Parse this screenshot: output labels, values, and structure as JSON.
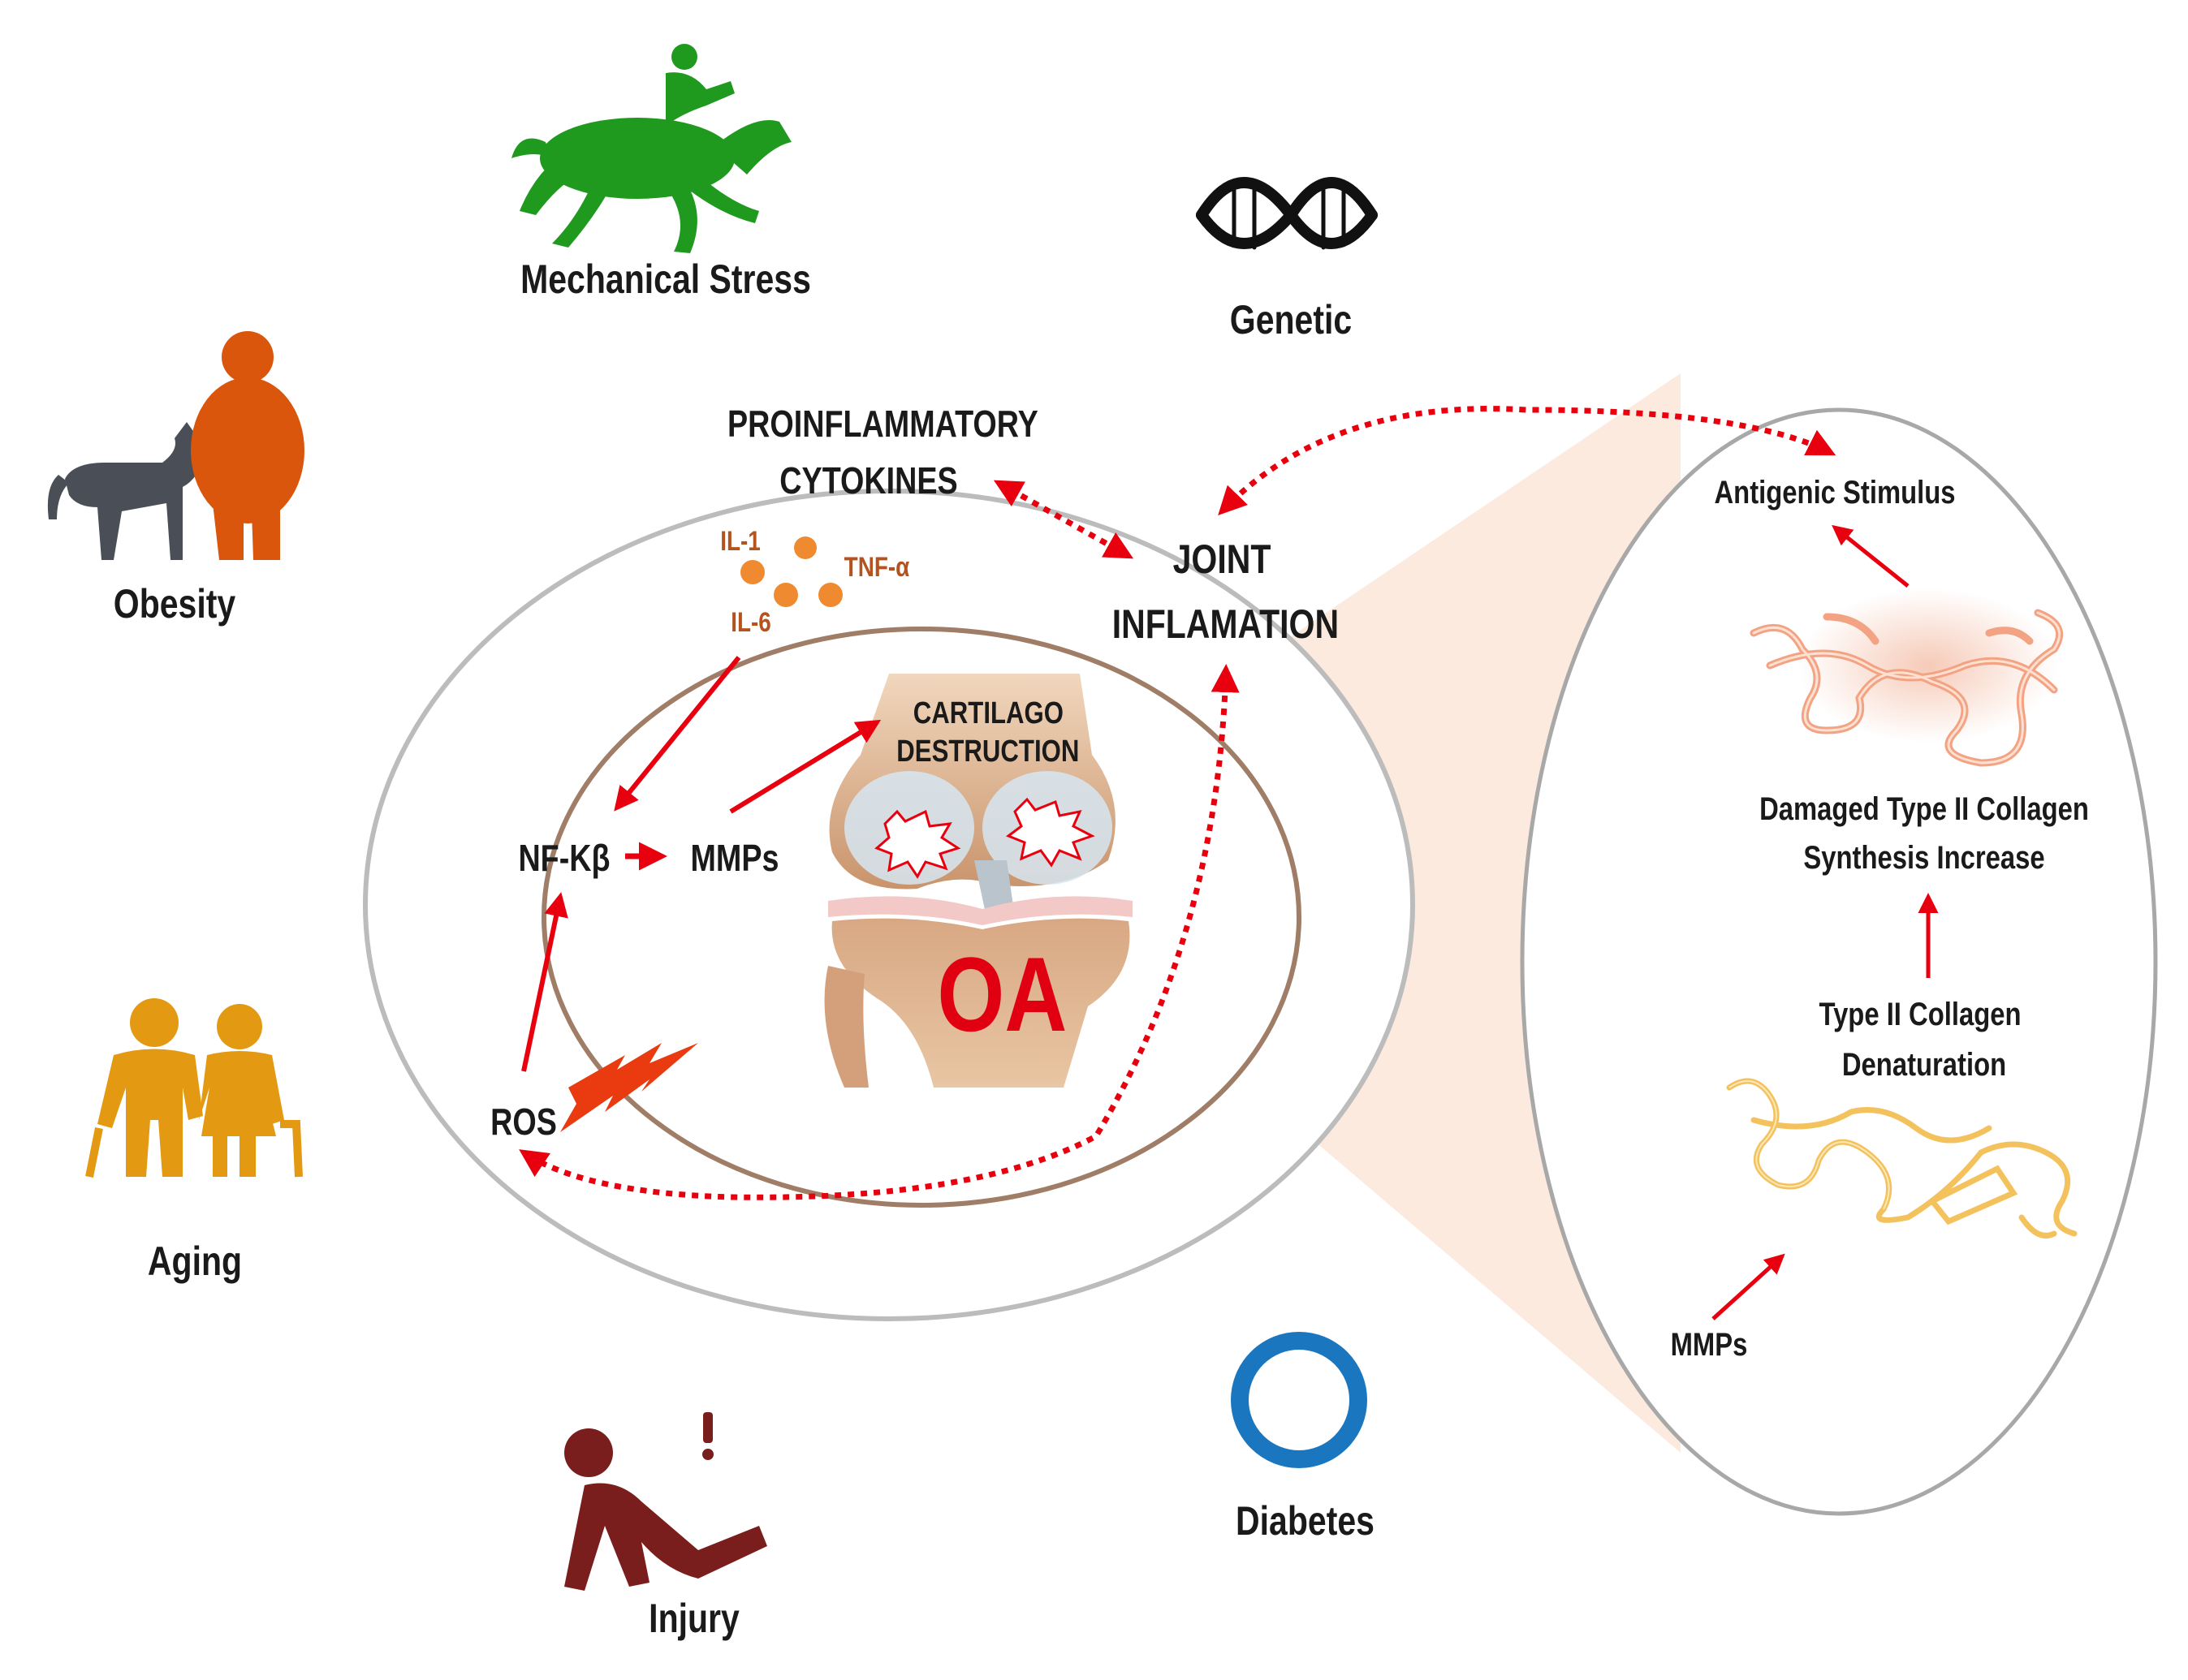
{
  "risk_factors": {
    "mechanical_stress": "Mechanical Stress",
    "genetic": "Genetic",
    "obesity": "Obesity",
    "aging": "Aging",
    "injury": "Injury",
    "diabetes": "Diabetes"
  },
  "center": {
    "proinflammatory_line1": "PROINFLAMMATORY",
    "proinflammatory_line2": "CYTOKINES",
    "il1": "IL-1",
    "tnf": "TNF-α",
    "il6": "IL-6",
    "joint_line1": "JOINT",
    "joint_line2": "INFLAMATION",
    "cartilago_line1": "CARTILAGO",
    "cartilago_line2": "DESTRUCTION",
    "nfkb": "NF-Kβ",
    "mmps": "MMPs",
    "ros": "ROS",
    "oa": "OA"
  },
  "zoom_panel": {
    "antigenic": "Antigenic Stimulus",
    "damaged_line1": "Damaged Type II Collagen",
    "damaged_line2": "Synthesis Increase",
    "denat_line1": "Type II Collagen",
    "denat_line2": "Denaturation",
    "mmps": "MMPs"
  },
  "colors": {
    "arrow_red": "#e8000f",
    "horse_green": "#1f9a1f",
    "obesity_orange": "#d9560c",
    "dog_gray": "#4a4f57",
    "aging_gold": "#e39a12",
    "injury_maroon": "#7a1d1d",
    "diabetes_blue": "#1b76c0",
    "cytokine_orange": "#f08a30"
  },
  "icons": [
    "horse-jockey-icon",
    "dna-icon",
    "obese-person-icon",
    "dog-icon",
    "elderly-couple-icon",
    "injured-person-icon",
    "ring-icon",
    "knee-joint-icon",
    "lightning-icon",
    "collagen-protein-icon"
  ]
}
